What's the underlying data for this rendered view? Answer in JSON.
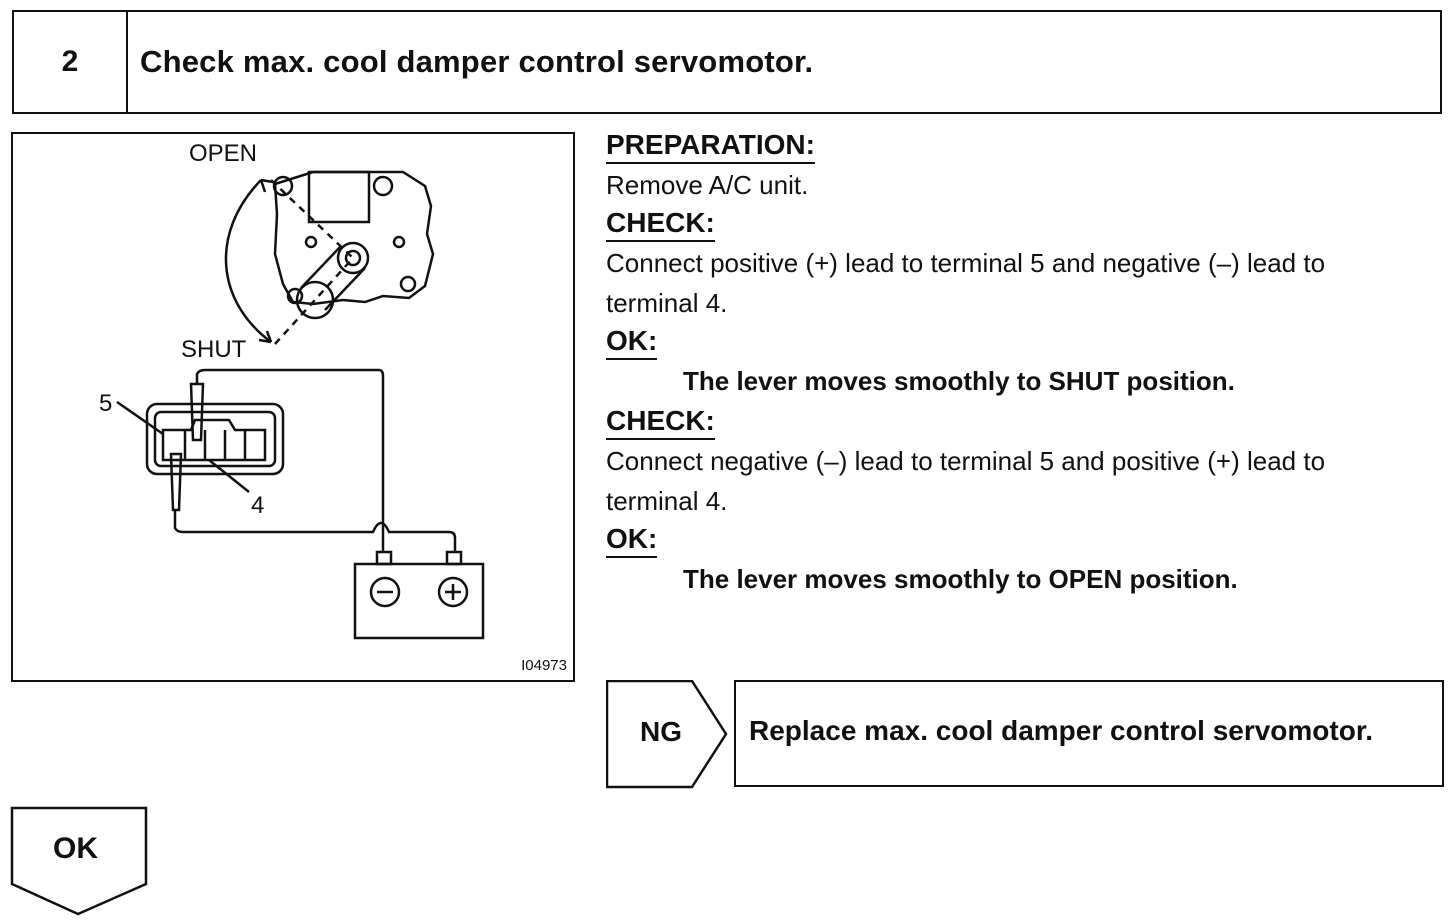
{
  "step": {
    "number": "2",
    "title": "Check max. cool damper control servomotor."
  },
  "figure": {
    "labels": {
      "open": "OPEN",
      "shut": "SHUT",
      "terminal_5": "5",
      "terminal_4": "4"
    },
    "battery": {
      "negative_symbol": "⊖",
      "positive_symbol": "⊕"
    },
    "figure_id": "I04973"
  },
  "instructions": {
    "preparation_heading": "PREPARATION:",
    "preparation_text": "Remove A/C unit.",
    "check1_heading": "CHECK:",
    "check1_line1": "Connect positive (+) lead to terminal 5 and negative (–) lead to",
    "check1_line2": "terminal 4.",
    "ok1_heading": "OK:",
    "ok1_result": "The lever moves smoothly to SHUT position.",
    "check2_heading": "CHECK:",
    "check2_line1": "Connect negative (–) lead to terminal 5 and positive (+) lead to",
    "check2_line2": "terminal 4.",
    "ok2_heading": "OK:",
    "ok2_result": "The lever moves smoothly to OPEN position."
  },
  "flow": {
    "ng_label": "NG",
    "ng_action": "Replace max. cool damper control servomotor.",
    "ok_label": "OK"
  }
}
